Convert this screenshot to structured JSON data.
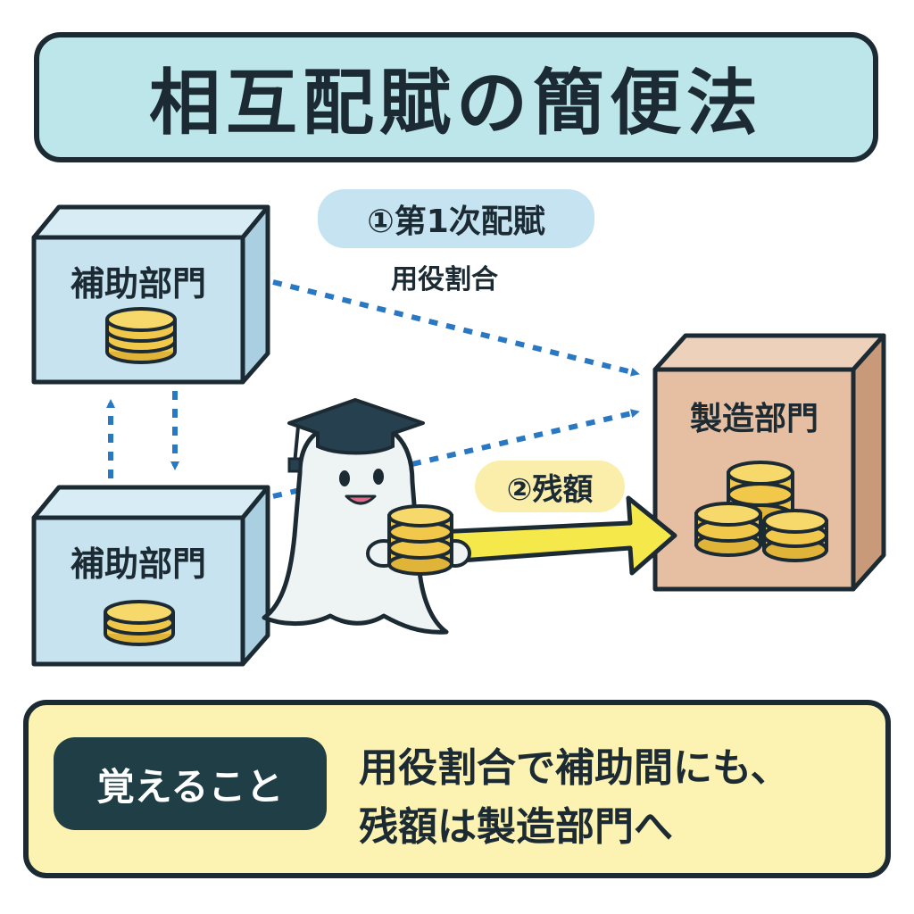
{
  "title": "相互配賦の簡便法",
  "step1": {
    "label": "①第1次配賦",
    "basis": "用役割合"
  },
  "step2": {
    "label": "②残額"
  },
  "departments": {
    "support_top": "補助部門",
    "support_bottom": "補助部門",
    "manufacturing": "製造部門"
  },
  "memo": {
    "badge": "覚えること",
    "line1": "用役割合で補助間にも、",
    "line2": "残額は製造部門へ"
  },
  "colors": {
    "title_bg": "#bde6ea",
    "support_box": "#c7e3f0",
    "manufacturing_box": "#e6bfa3",
    "coin": "#f2c84b",
    "dotted_arrow": "#2a78c2",
    "residual_arrow": "#f5e84a",
    "memo_bg": "#fcf2b2",
    "badge_bg": "#1f3e45"
  }
}
